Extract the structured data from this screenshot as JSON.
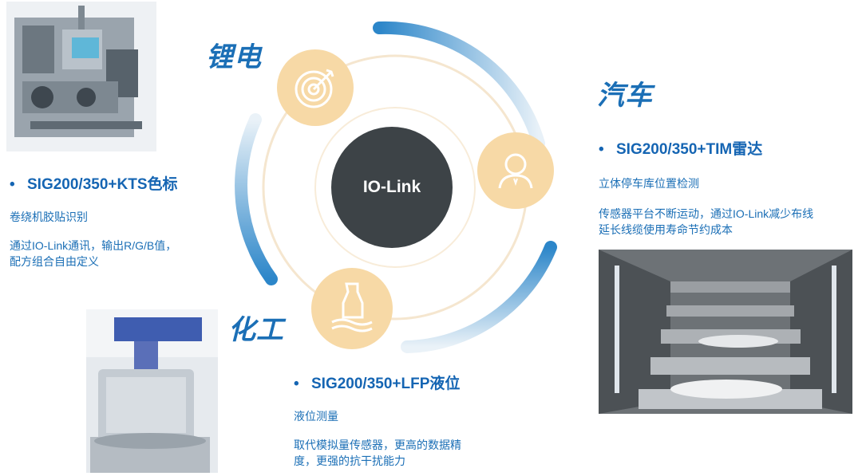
{
  "center": {
    "label": "IO-Link"
  },
  "colors": {
    "accent_blue": "#1b6fb6",
    "hub_dark": "#3d4347",
    "icon_fill": "#f7d9a6"
  },
  "segments": [
    {
      "industry": "锂电",
      "icon": "target-icon",
      "product": "SIG200/350+KTS色标",
      "application": "卷绕机胶贴识别",
      "detail_lines": [
        "通过IO-Link通讯，输出R/G/B值，",
        "配方组合自由定义"
      ]
    },
    {
      "industry": "汽车",
      "icon": "person-icon",
      "product": "SIG200/350+TIM雷达",
      "application": "立体停车库位置检测",
      "detail_lines": [
        "传感器平台不断运动，通过IO-Link减少布线",
        "延长线缆使用寿命节约成本"
      ]
    },
    {
      "industry": "化工",
      "icon": "liquid-bottle-icon",
      "product": "SIG200/350+LFP液位",
      "application": "液位测量",
      "detail_lines": [
        "取代模拟量传感器，更高的数据精",
        "度，更强的抗干扰能力"
      ]
    }
  ]
}
